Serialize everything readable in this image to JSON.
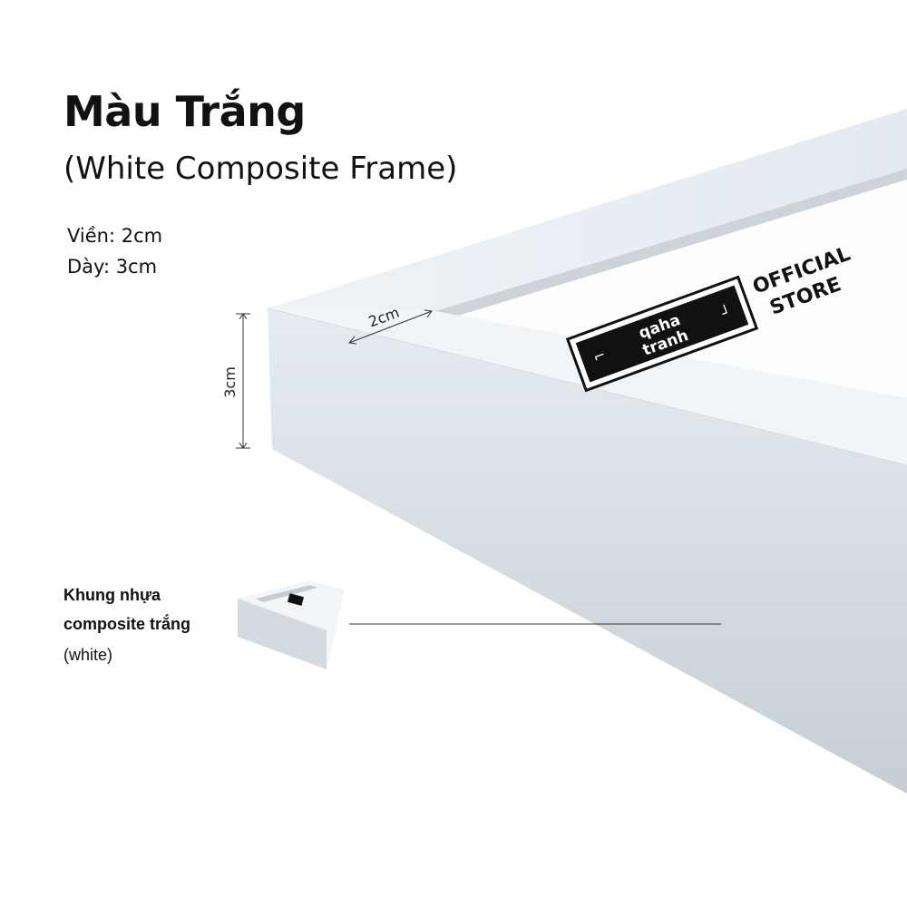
{
  "heading": {
    "title": "Màu Trắng",
    "subtitle": "(White Composite Frame)"
  },
  "specs": {
    "border": "Viền: 2cm",
    "thickness": "Dày: 3cm"
  },
  "dimensions": {
    "width_label": "2cm",
    "height_label": "3cm"
  },
  "logo": {
    "brand_line1": "qaha",
    "brand_line2": "tranh",
    "badge_line1": "OFFICIAL",
    "badge_line2": "STORE"
  },
  "callout": {
    "line1": "Khung nhựa",
    "line2": "composite trắng",
    "line3": "(white)"
  },
  "colors": {
    "frame_face": "#dfe6ec",
    "frame_shadow": "#c3cbd2",
    "text": "#111111"
  }
}
